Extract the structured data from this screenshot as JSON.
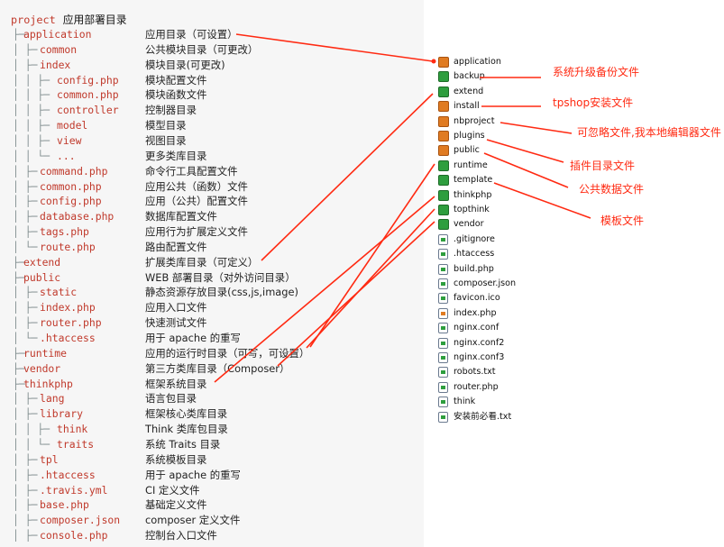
{
  "tree_header": {
    "name": "project",
    "desc": "应用部署目录"
  },
  "tree": [
    {
      "pre": "├─",
      "name": "application",
      "desc": "应用目录（可设置）",
      "depth": 0
    },
    {
      "pre": "│  ├─",
      "name": "common",
      "desc": "公共模块目录（可更改）",
      "depth": 1
    },
    {
      "pre": "│  ├─",
      "name": "index",
      "desc": "模块目录(可更改)",
      "depth": 1
    },
    {
      "pre": "│  │  ├─",
      "name": "config.php",
      "desc": "模块配置文件",
      "depth": 2
    },
    {
      "pre": "│  │  ├─",
      "name": "common.php",
      "desc": "模块函数文件",
      "depth": 2
    },
    {
      "pre": "│  │  ├─",
      "name": "controller",
      "desc": "控制器目录",
      "depth": 2
    },
    {
      "pre": "│  │  ├─",
      "name": "model",
      "desc": "模型目录",
      "depth": 2
    },
    {
      "pre": "│  │  ├─",
      "name": "view",
      "desc": "视图目录",
      "depth": 2
    },
    {
      "pre": "│  │  └─",
      "name": "...",
      "desc": "更多类库目录",
      "depth": 2
    },
    {
      "pre": "│  ├─",
      "name": "command.php",
      "desc": "命令行工具配置文件",
      "depth": 1
    },
    {
      "pre": "│  ├─",
      "name": "common.php",
      "desc": "应用公共（函数）文件",
      "depth": 1
    },
    {
      "pre": "│  ├─",
      "name": "config.php",
      "desc": "应用（公共）配置文件",
      "depth": 1
    },
    {
      "pre": "│  ├─",
      "name": "database.php",
      "desc": "数据库配置文件",
      "depth": 1
    },
    {
      "pre": "│  ├─",
      "name": "tags.php",
      "desc": "应用行为扩展定义文件",
      "depth": 1
    },
    {
      "pre": "│  └─",
      "name": "route.php",
      "desc": "路由配置文件",
      "depth": 1
    },
    {
      "pre": "├─",
      "name": "extend",
      "desc": "扩展类库目录（可定义）",
      "depth": 0
    },
    {
      "pre": "├─",
      "name": "public",
      "desc": "WEB 部署目录（对外访问目录）",
      "depth": 0
    },
    {
      "pre": "│  ├─",
      "name": "static",
      "desc": "静态资源存放目录(css,js,image)",
      "depth": 1
    },
    {
      "pre": "│  ├─",
      "name": "index.php",
      "desc": "应用入口文件",
      "depth": 1
    },
    {
      "pre": "│  ├─",
      "name": "router.php",
      "desc": "快速测试文件",
      "depth": 1
    },
    {
      "pre": "│  └─",
      "name": ".htaccess",
      "desc": "用于 apache 的重写",
      "depth": 1
    },
    {
      "pre": "├─",
      "name": "runtime",
      "desc": "应用的运行时目录（可写，可设置）",
      "depth": 0
    },
    {
      "pre": "├─",
      "name": "vendor",
      "desc": "第三方类库目录（Composer）",
      "depth": 0
    },
    {
      "pre": "├─",
      "name": "thinkphp",
      "desc": "框架系统目录",
      "depth": 0
    },
    {
      "pre": "│  ├─",
      "name": "lang",
      "desc": "语言包目录",
      "depth": 1
    },
    {
      "pre": "│  ├─",
      "name": "library",
      "desc": "框架核心类库目录",
      "depth": 1
    },
    {
      "pre": "│  │  ├─",
      "name": "think",
      "desc": "Think 类库包目录",
      "depth": 2
    },
    {
      "pre": "│  │  └─",
      "name": "traits",
      "desc": "系统 Traits 目录",
      "depth": 2
    },
    {
      "pre": "│  ├─",
      "name": "tpl",
      "desc": "系统模板目录",
      "depth": 1
    },
    {
      "pre": "│  ├─",
      "name": ".htaccess",
      "desc": "用于 apache 的重写",
      "depth": 1
    },
    {
      "pre": "│  ├─",
      "name": ".travis.yml",
      "desc": "CI 定义文件",
      "depth": 1
    },
    {
      "pre": "│  ├─",
      "name": "base.php",
      "desc": "基础定义文件",
      "depth": 1
    },
    {
      "pre": "│  ├─",
      "name": "composer.json",
      "desc": "composer 定义文件",
      "depth": 1
    },
    {
      "pre": "│  ├─",
      "name": "console.php",
      "desc": "控制台入口文件",
      "depth": 1
    }
  ],
  "files": [
    {
      "name": "application",
      "kind": "folder-warn"
    },
    {
      "name": "backup",
      "kind": "folder"
    },
    {
      "name": "extend",
      "kind": "folder"
    },
    {
      "name": "install",
      "kind": "folder-warn"
    },
    {
      "name": "nbproject",
      "kind": "folder-warn"
    },
    {
      "name": "plugins",
      "kind": "folder-warn"
    },
    {
      "name": "public",
      "kind": "folder-warn"
    },
    {
      "name": "runtime",
      "kind": "folder"
    },
    {
      "name": "template",
      "kind": "folder"
    },
    {
      "name": "thinkphp",
      "kind": "folder"
    },
    {
      "name": "topthink",
      "kind": "folder"
    },
    {
      "name": "vendor",
      "kind": "folder"
    },
    {
      "name": ".gitignore",
      "kind": "file"
    },
    {
      "name": ".htaccess",
      "kind": "file"
    },
    {
      "name": "build.php",
      "kind": "file"
    },
    {
      "name": "composer.json",
      "kind": "file"
    },
    {
      "name": "favicon.ico",
      "kind": "file"
    },
    {
      "name": "index.php",
      "kind": "file-fav"
    },
    {
      "name": "nginx.conf",
      "kind": "file"
    },
    {
      "name": "nginx.conf2",
      "kind": "file"
    },
    {
      "name": "nginx.conf3",
      "kind": "file"
    },
    {
      "name": "robots.txt",
      "kind": "file"
    },
    {
      "name": "router.php",
      "kind": "file"
    },
    {
      "name": "think",
      "kind": "file"
    },
    {
      "name": "安装前必看.txt",
      "kind": "file"
    }
  ],
  "annotations": [
    {
      "text": "系统升级备份文件"
    },
    {
      "text": "tpshop安装文件"
    },
    {
      "text": "可忽略文件,我本地编辑器文件"
    },
    {
      "text": "插件目录文件"
    },
    {
      "text": "公共数据文件"
    },
    {
      "text": "模板文件"
    }
  ],
  "colors": {
    "accent": "#ff2a12",
    "tree_name": "#c0392b",
    "folder": "#2e9e3e",
    "folder_warn": "#e07b22"
  }
}
